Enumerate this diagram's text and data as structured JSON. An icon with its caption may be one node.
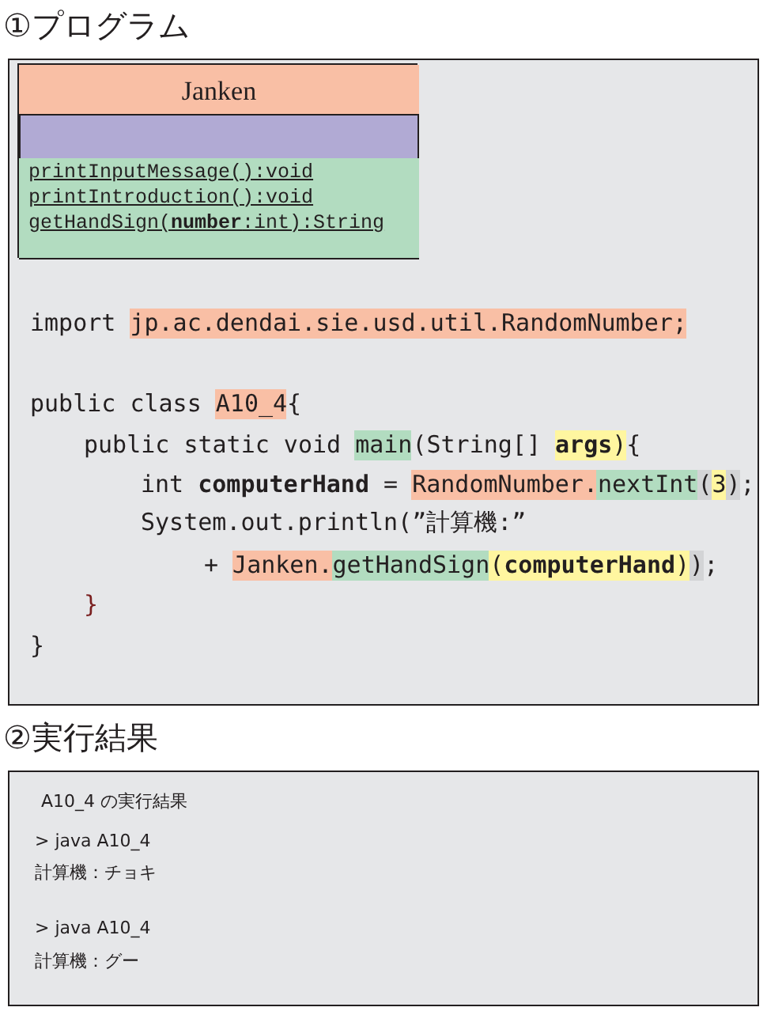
{
  "diagram": {
    "nodes": [
      {
        "text": [
          "①プログラム",
          "import jp.ac.dendai.sie.usd.util.RandomNumber;",
          "public class A10_4{",
          "public static void main(String[] **args**){",
          "int **computerHand** = RandomNumber.nextInt(3);",
          "System.out.println(”計算機:”",
          "+ Janken.getHandSign(**computerHand**));",
          "}",
          "}"
        ]
      },
      {
        "text": [],
        "shape": "box",
        "in": 0
      },
      {
        "text": [
          "Janken"
        ],
        "in": 1
      },
      {
        "text": [],
        "shape": "box",
        "in": 1
      },
      {
        "text": [
          "printInputMessage():void",
          "printIntroduction():void",
          "getHandSign(**number**:int):String"
        ],
        "in": 1
      },
      {
        "text": [
          "②実行結果",
          "A10_4 の実行結果",
          "> java A10_4",
          "計算機：チョキ",
          "> java A10_4",
          "計算機：グー"
        ]
      }
    ]
  }
}
